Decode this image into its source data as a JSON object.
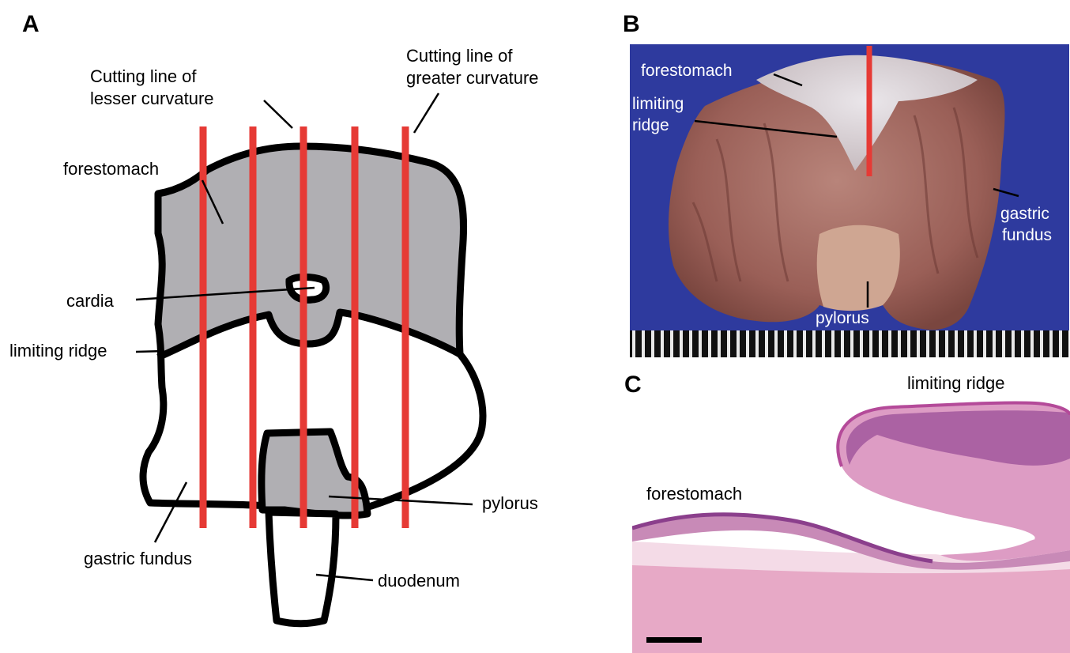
{
  "panels": {
    "a": {
      "letter": "A",
      "labels": {
        "cut_lesser_1": "Cutting line of",
        "cut_lesser_2": "lesser curvature",
        "cut_greater_1": "Cutting line of",
        "cut_greater_2": "greater curvature",
        "forestomach": "forestomach",
        "cardia": "cardia",
        "limiting_ridge": "limiting ridge",
        "gastric_fundus": "gastric fundus",
        "pylorus": "pylorus",
        "duodenum": "duodenum"
      }
    },
    "b": {
      "letter": "B",
      "labels": {
        "forestomach": "forestomach",
        "limiting_1": "limiting",
        "limiting_2": "ridge",
        "gastric_1": "gastric",
        "gastric_2": "fundus",
        "pylorus": "pylorus"
      }
    },
    "c": {
      "letter": "C",
      "labels": {
        "limiting_ridge": "limiting ridge",
        "forestomach": "forestomach"
      }
    }
  },
  "colors": {
    "cut_line": "#e63a35",
    "stomach_fill": "#b0afb3",
    "outline": "#000000",
    "photo_background": "#2e3a9e",
    "tissue_pink": "#e3a2c2",
    "tissue_purple": "#9a4f98"
  }
}
